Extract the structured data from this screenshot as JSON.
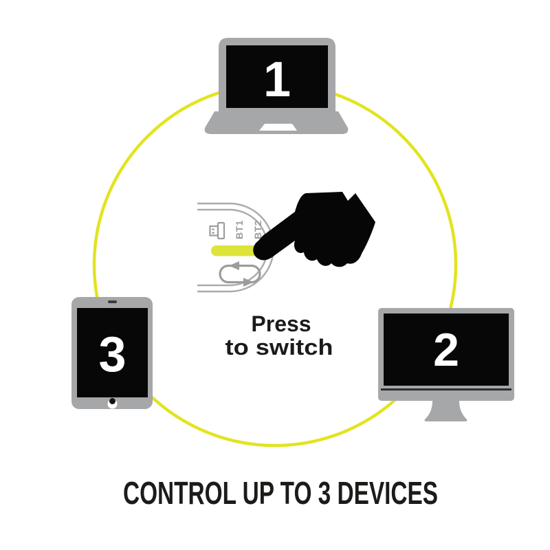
{
  "illustration": {
    "headline": "CONTROL UP TO 3 DEVICES",
    "caption_line1": "Press",
    "caption_line2": "to switch",
    "devices": [
      {
        "label": "1",
        "type": "laptop"
      },
      {
        "label": "2",
        "type": "desktop-monitor"
      },
      {
        "label": "3",
        "type": "tablet"
      }
    ],
    "switch": {
      "bt1_label": "BT1",
      "bt2_label": "BT2",
      "icons": {
        "usb": "usb-receiver-icon",
        "cycle": "cycle-arrows-icon",
        "hand": "pressing-hand-icon"
      }
    },
    "colors": {
      "accent_yellow": "#e2e41f",
      "slider_yellow": "#dee339",
      "device_gray": "#a6a7a9",
      "screen_black": "#070707",
      "label_gray": "#9c9c9c",
      "text_black": "#1b1b19"
    }
  }
}
